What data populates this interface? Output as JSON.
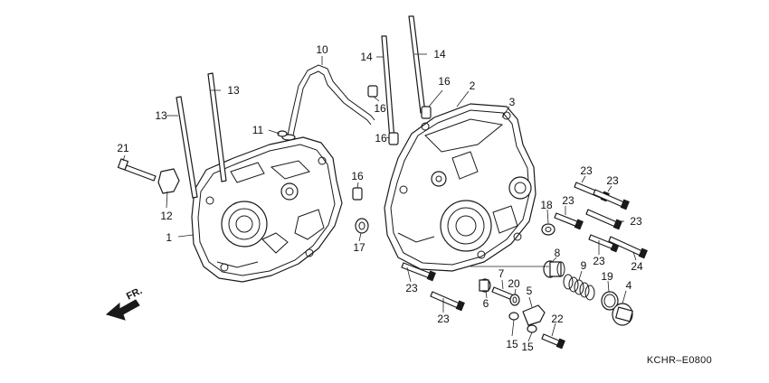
{
  "diagram": {
    "reference_code": "KCHR–E0800",
    "direction_label": "FR.",
    "labels": [
      "1",
      "2",
      "3",
      "4",
      "5",
      "6",
      "7",
      "8",
      "9",
      "10",
      "11",
      "12",
      "13",
      "13",
      "14",
      "14",
      "15",
      "15",
      "16",
      "16",
      "16",
      "16",
      "17",
      "18",
      "19",
      "20",
      "21",
      "22",
      "23",
      "23",
      "23",
      "23",
      "23",
      "23",
      "23",
      "24"
    ]
  }
}
